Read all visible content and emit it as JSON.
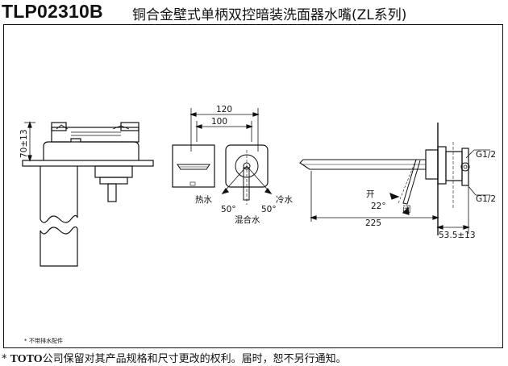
{
  "header": {
    "model": "TLP02310B",
    "title": "铜合金壁式单柄双控暗装洗面器水嘴(ZL系列)"
  },
  "drawing": {
    "side_view": {
      "height_dim": "70±13"
    },
    "front_view": {
      "dim_outer": "120",
      "dim_inner": "100",
      "hot": "热水",
      "cold": "冷水",
      "mix": "混合水",
      "angle_left": "50°",
      "angle_right": "50°"
    },
    "profile_view": {
      "open": "开",
      "close": "闭",
      "angle": "22°",
      "length": "225",
      "wall": "53.5±13",
      "thread_top": "G1/2",
      "thread_bottom": "G1/2"
    },
    "note": "不带排水配件"
  },
  "footer": {
    "prefix": "*",
    "brand": "TOTO",
    "text": "公司保留对其产品规格和尺寸更改的权利。届时，恕不另行通知。"
  }
}
